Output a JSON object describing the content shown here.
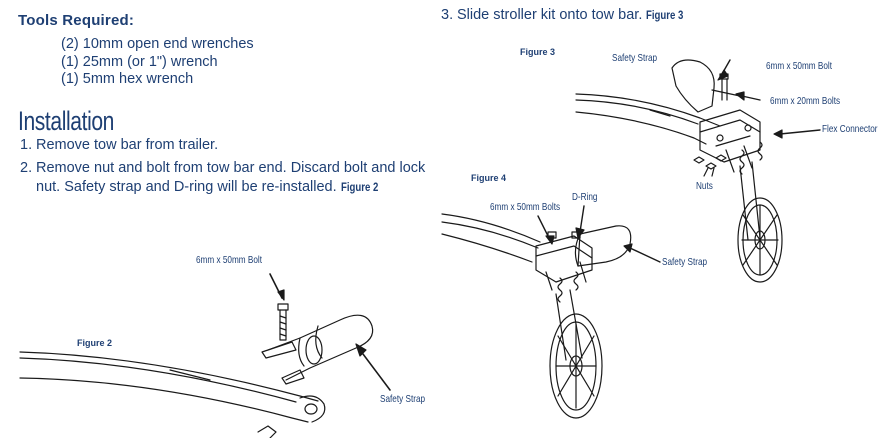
{
  "tools": {
    "title": "Tools Required:",
    "items": [
      "(2) 10mm open end wrenches",
      "(1) 25mm (or 1\") wrench",
      "(1) 5mm hex wrench"
    ]
  },
  "installation": {
    "title": "Installation",
    "steps": [
      {
        "num": "1.",
        "text": "Remove tow bar from trailer."
      },
      {
        "num": "2.",
        "text": "Remove nut and bolt from tow bar end.  Discard bolt and lock",
        "text2": "nut. Safety strap and D-ring will be re-installed.",
        "ref": "Figure 2"
      },
      {
        "num": "3.",
        "text": "Slide stroller kit onto tow bar.",
        "ref": "Figure 3"
      }
    ]
  },
  "figure2": {
    "label": "Figure 2",
    "callouts": {
      "bolt": "6mm x 50mm Bolt",
      "strap": "Safety Strap"
    }
  },
  "figure3": {
    "label": "Figure 3",
    "callouts": {
      "strap": "Safety Strap",
      "bolt50": "6mm x 50mm Bolt",
      "bolts20": "6mm x 20mm Bolts",
      "flex": "Flex Connector",
      "nuts": "Nuts"
    }
  },
  "figure4": {
    "label": "Figure 4",
    "callouts": {
      "bolts50": "6mm x 50mm Bolts",
      "dring": "D-Ring",
      "strap": "Safety Strap"
    }
  },
  "colors": {
    "text": "#1e3f73",
    "line": "#1a1a1a"
  }
}
